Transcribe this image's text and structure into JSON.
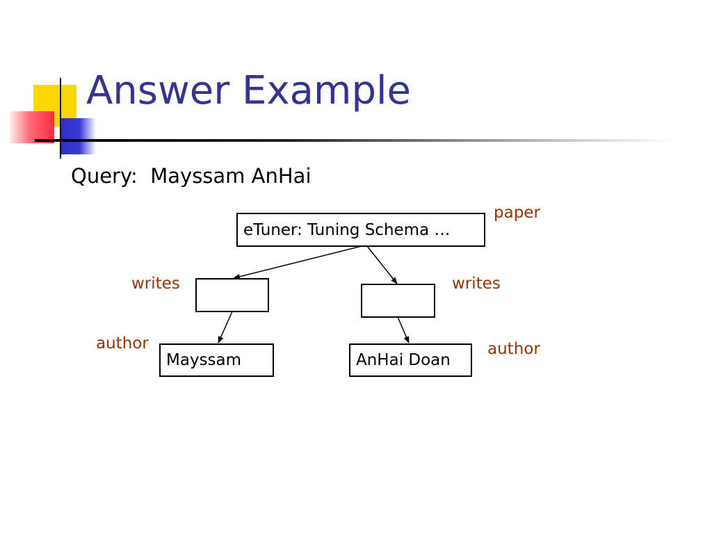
{
  "slide": {
    "title": "Answer Example",
    "query_label": "Query:",
    "query_value": "Mayssam AnHai"
  },
  "diagram": {
    "paper_node": "eTuner: Tuning Schema …",
    "author_nodes": [
      "Mayssam",
      "AnHai Doan"
    ],
    "write_nodes": [
      "",
      ""
    ],
    "labels": {
      "paper": "paper",
      "writes_left": "writes",
      "writes_right": "writes",
      "author_left": "author",
      "author_right": "author"
    }
  },
  "colors": {
    "title": "#333399",
    "label": "#993300"
  }
}
